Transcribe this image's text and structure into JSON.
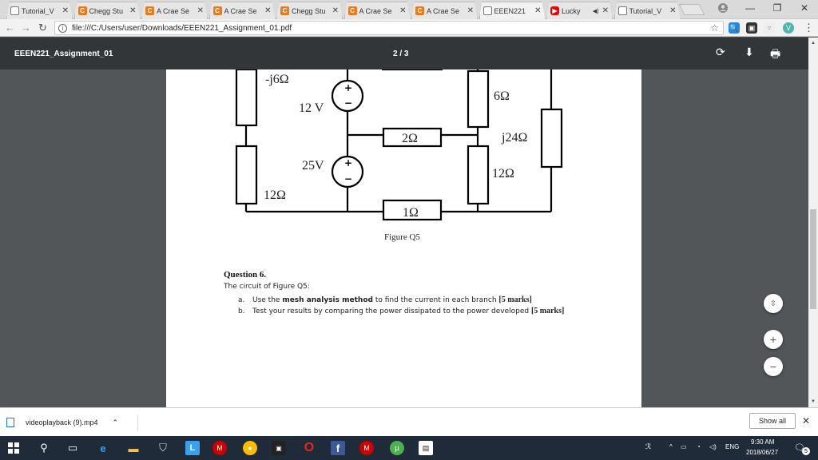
{
  "tabs": [
    {
      "title": "Tutorial_V",
      "icon": "doc-icon"
    },
    {
      "title": "Chegg Stu",
      "icon": "chegg-icon"
    },
    {
      "title": "A Crae Se",
      "icon": "chegg-icon"
    },
    {
      "title": "A Crae Se",
      "icon": "chegg-icon"
    },
    {
      "title": "Chegg Stu",
      "icon": "chegg-icon"
    },
    {
      "title": "A Crae Se",
      "icon": "chegg-icon"
    },
    {
      "title": "A Crae Se",
      "icon": "chegg-icon"
    },
    {
      "title": "EEEN221",
      "icon": "doc-icon"
    },
    {
      "title": "Lucky",
      "icon": "youtube-icon"
    },
    {
      "title": "Tutorial_V",
      "icon": "doc-icon"
    }
  ],
  "address": {
    "url": "file:///C:/Users/user/Downloads/EEEN221_Assignment_01.pdf"
  },
  "pdf": {
    "title": "EEEN221_Assignment_01",
    "page_indicator": "2 / 3"
  },
  "circuit": {
    "labels": {
      "r_neg_j6": "-j6Ω",
      "v12": "12 V",
      "r6": "6Ω",
      "r2": "2Ω",
      "j24": "j24Ω",
      "v25": "25V",
      "r12_right": "12Ω",
      "r12_left": "12Ω",
      "r1": "1Ω",
      "caption": "Figure Q5"
    }
  },
  "question": {
    "heading": "Question 6.",
    "intro": "The circuit of Figure Q5:",
    "items": [
      {
        "marker": "a.",
        "pre": "Use the ",
        "bold": "mesh analysis method",
        "post": " to find the current in each branch ",
        "marks": "[5 marks]"
      },
      {
        "marker": "b.",
        "pre": "Test your results by comparing the power dissipated to the power developed ",
        "bold": "",
        "post": "",
        "marks": "[5 marks]"
      }
    ]
  },
  "download": {
    "filename": "videoplayback (9).mp4",
    "show_all": "Show all"
  },
  "taskbar": {
    "time": "9:30 AM",
    "date": "2018/06/27",
    "lang": "ENG",
    "notif_count": "5"
  },
  "colors": {
    "chrome_dark": "#323639",
    "viewer_bg": "#525659",
    "taskbar": "#1f2b38"
  }
}
